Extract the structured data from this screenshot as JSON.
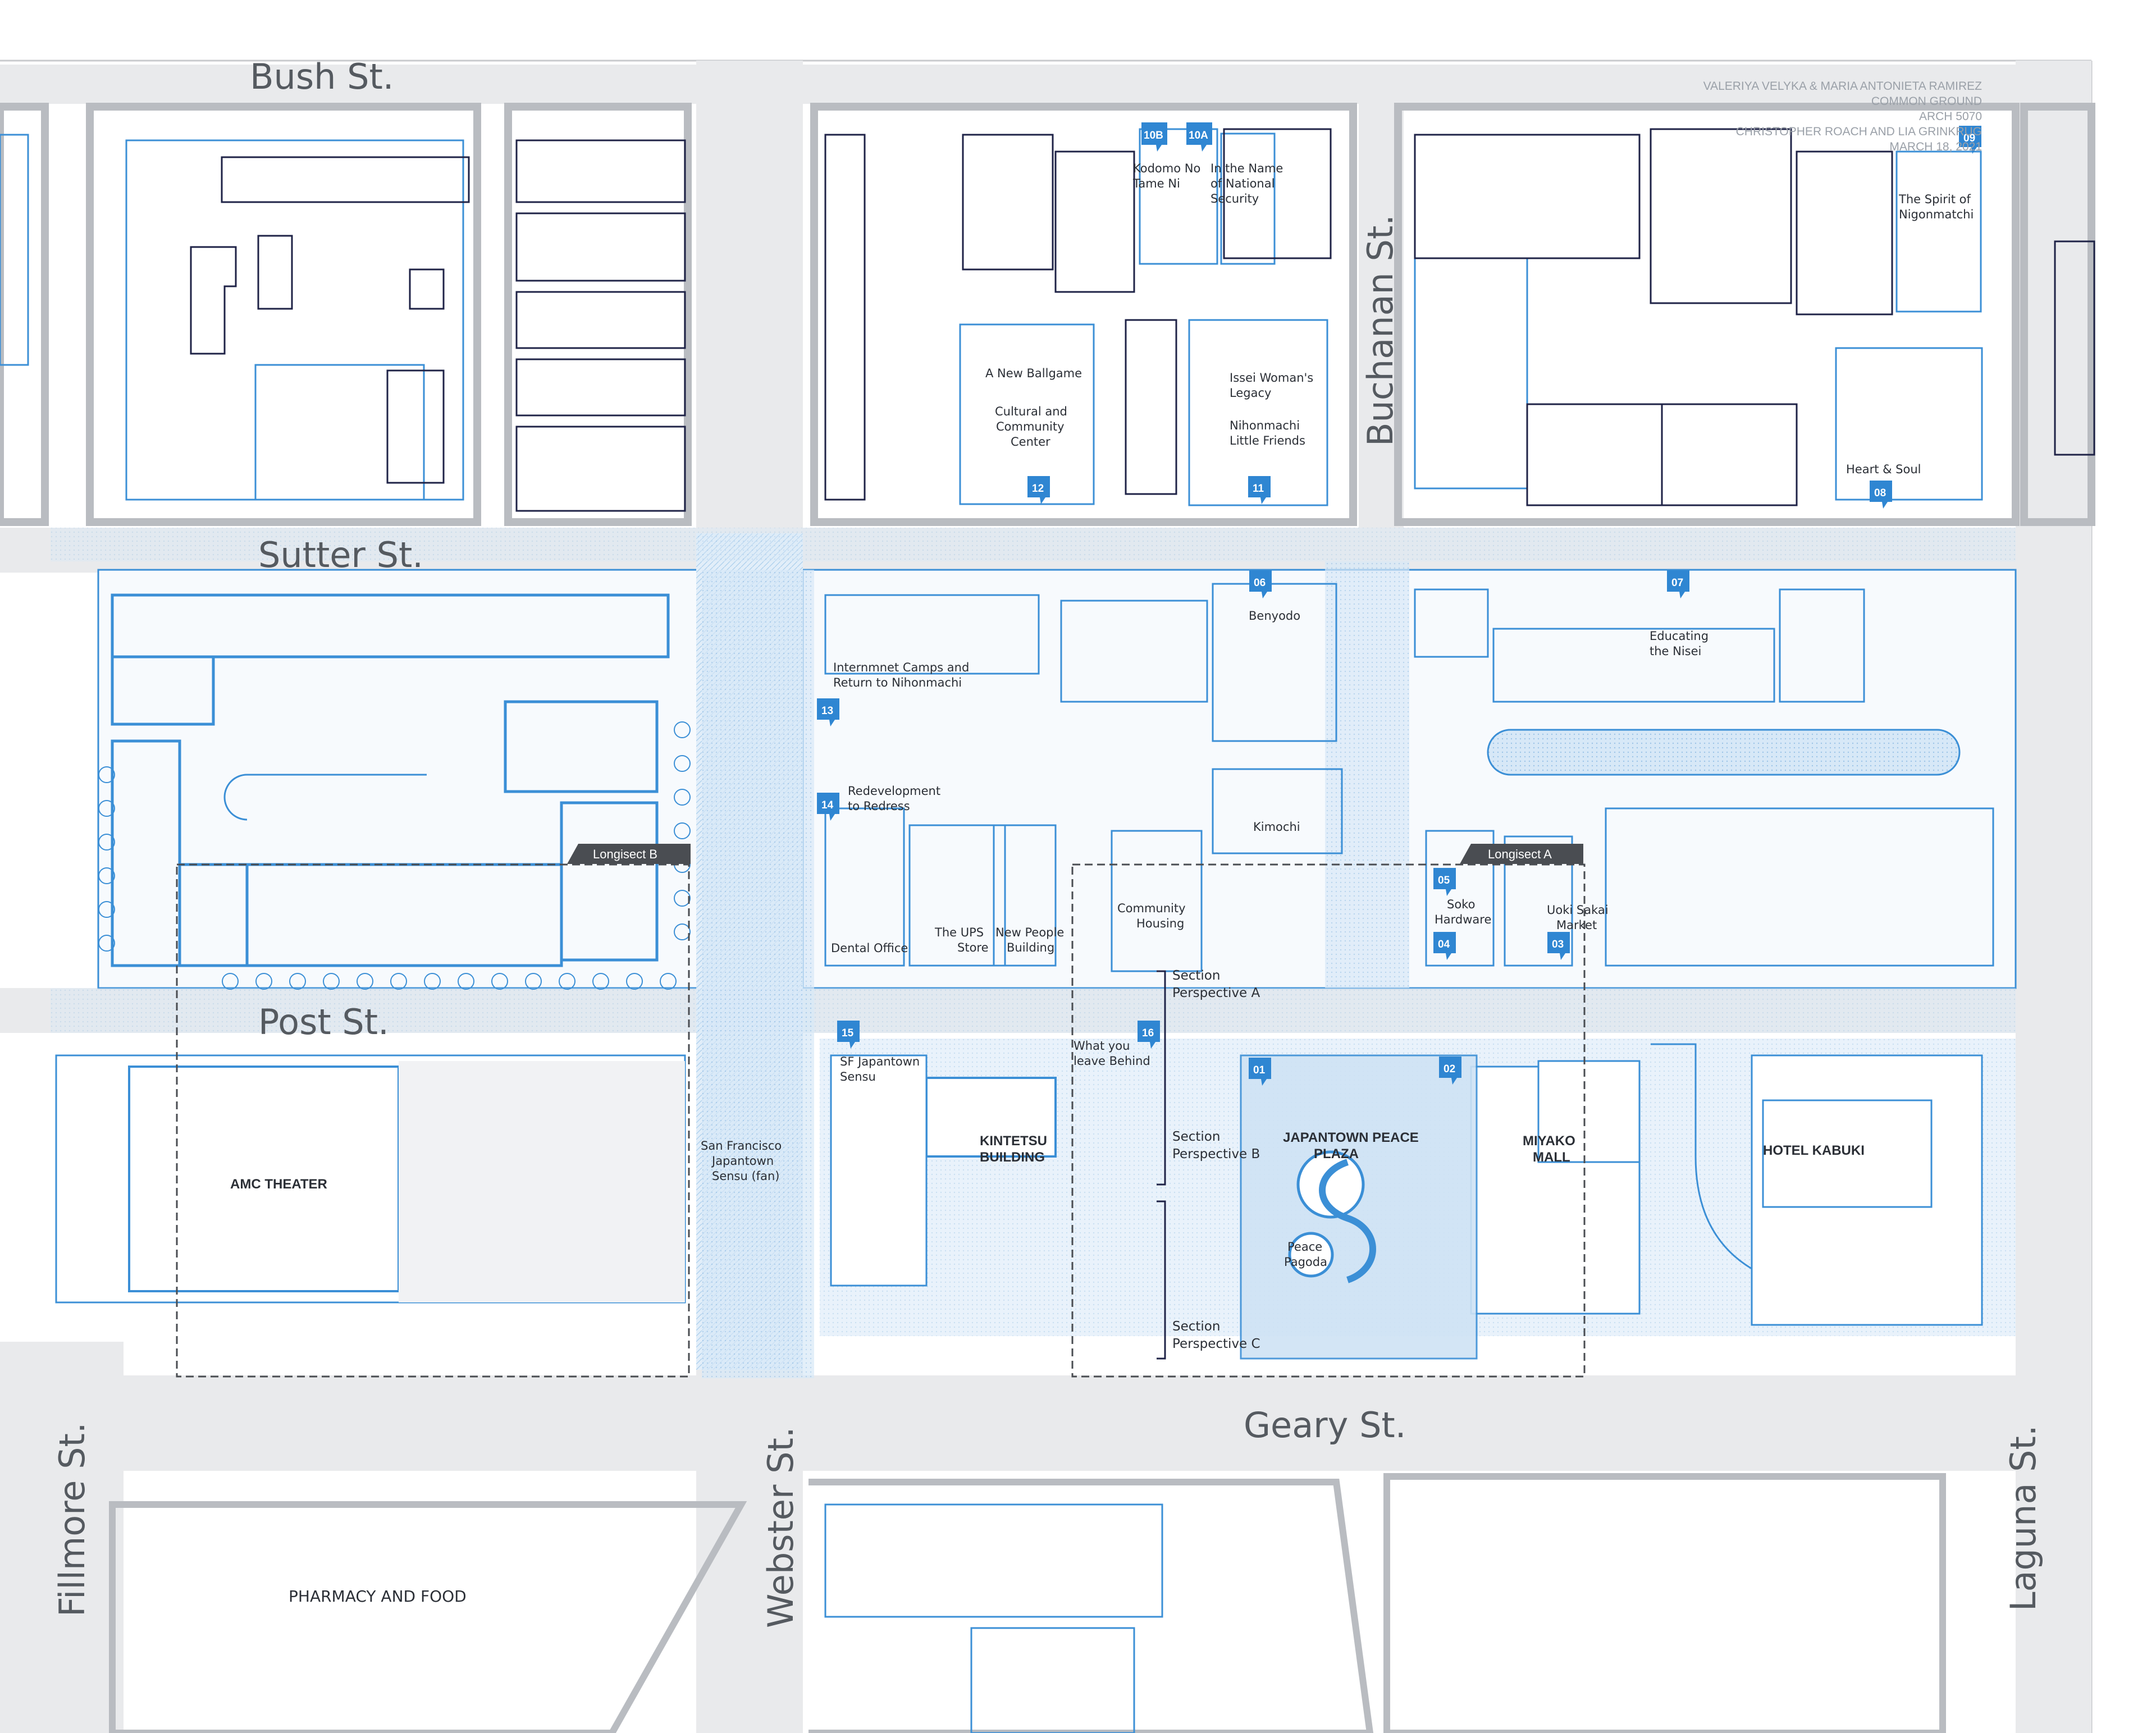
{
  "credits": [
    "VALERIYA VELYKA & MARIA ANTONIETA RAMIREZ",
    "COMMON GROUND",
    "ARCH 5070",
    "CHRISTOPHER ROACH AND LIA GRINKRUG",
    "MARCH 18, 2021"
  ],
  "streets": {
    "bush": "Bush St.",
    "sutter": "Sutter St.",
    "post": "Post St.",
    "geary": "Geary St.",
    "buchanan": "Buchanan St.",
    "webster": "Webster St.",
    "fillmore": "Fillmore St.",
    "laguna": "Laguna St."
  },
  "markers": [
    {
      "id": "m10b",
      "num": "10B"
    },
    {
      "id": "m10a",
      "num": "10A"
    },
    {
      "id": "m09",
      "num": "09"
    },
    {
      "id": "m12",
      "num": "12"
    },
    {
      "id": "m11",
      "num": "11"
    },
    {
      "id": "m08",
      "num": "08"
    },
    {
      "id": "m06",
      "num": "06"
    },
    {
      "id": "m07",
      "num": "07"
    },
    {
      "id": "m13",
      "num": "13"
    },
    {
      "id": "m14",
      "num": "14"
    },
    {
      "id": "m05",
      "num": "05"
    },
    {
      "id": "m04",
      "num": "04"
    },
    {
      "id": "m03",
      "num": "03"
    },
    {
      "id": "m15",
      "num": "15"
    },
    {
      "id": "m16",
      "num": "16"
    },
    {
      "id": "m01",
      "num": "01"
    },
    {
      "id": "m02",
      "num": "02"
    }
  ],
  "pois": {
    "kodomo": [
      "Kodomo No",
      "Tame Ni"
    ],
    "in_the_name": [
      "In the Name",
      "of National",
      "Security"
    ],
    "spirit": [
      "The Spirit of",
      "Nigonmatchi"
    ],
    "ballgame": "A New Ballgame",
    "cultural": [
      "Cultural and",
      "Community",
      "Center"
    ],
    "issei": [
      "Issei Woman's",
      "Legacy"
    ],
    "little_friends": [
      "Nihonmachi",
      "Little Friends"
    ],
    "heart_soul": "Heart & Soul",
    "benyodo": "Benyodo",
    "educating": [
      "Educating",
      "the Nisei"
    ],
    "internment": [
      "Internmnet Camps and",
      "Return to Nihonmachi"
    ],
    "redevelopment": [
      "Redevelopment",
      "to Redress"
    ],
    "kimochi": "Kimochi",
    "soko": [
      "Soko",
      "Hardware"
    ],
    "uoki": [
      "Uoki Sakai",
      "Market"
    ],
    "community_housing": [
      "Community",
      "Housing"
    ],
    "dental": "Dental Office",
    "ups": [
      "The UPS",
      "Store"
    ],
    "new_people": [
      "New People",
      "Building"
    ],
    "sf_sensu": [
      "SF Japantown",
      "Sensu"
    ],
    "what_you_leave": [
      "What you",
      "leave Behind"
    ],
    "sf_japantown_fan": [
      "San Francisco",
      "Japantown",
      "Sensu (fan)"
    ],
    "kintetsu": [
      "KINTETSU",
      "BUILDING"
    ],
    "amc": "AMC THEATER",
    "peace_plaza": [
      "JAPANTOWN PEACE",
      "PLAZA"
    ],
    "peace_pagoda": [
      "Peace",
      "Pagoda"
    ],
    "miyako": [
      "MIYAKO",
      "MALL"
    ],
    "kabuki": "HOTEL KABUKI",
    "pharmacy": "PHARMACY AND FOOD"
  },
  "sections": {
    "section_a": [
      "Section",
      "Perspective A"
    ],
    "section_b": [
      "Section",
      "Perspective B"
    ],
    "section_c": [
      "Section",
      "Perspective C"
    ]
  },
  "longisects": {
    "a": "Longisect A",
    "b": "Longisect B"
  },
  "colors": {
    "blue_line": "#3b8fd6",
    "blue_fill": "#cfe3f5",
    "marker_blue": "#2f86d2",
    "street_gray": "#d3d5d8",
    "building_navy": "#1f2347",
    "block_gray": "#b9bcc1",
    "longisect_dark": "#4a4d52"
  }
}
